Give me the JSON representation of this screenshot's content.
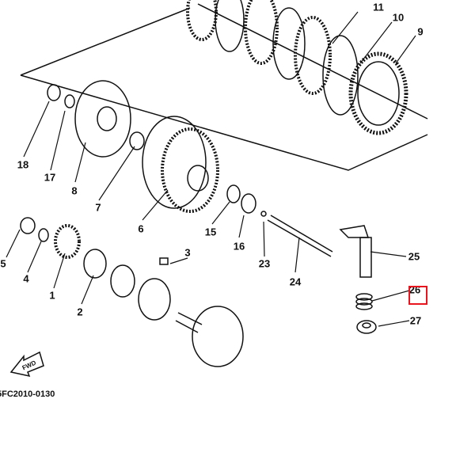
{
  "diagram": {
    "part_labels": [
      "1",
      "2",
      "3",
      "4",
      "5",
      "6",
      "7",
      "8",
      "9",
      "10",
      "11",
      "15",
      "16",
      "17",
      "18",
      "23",
      "24",
      "25",
      "26",
      "27"
    ],
    "diagram_code": "5FC2010-0130",
    "fwd_label": "FWD",
    "highlight_color": "#e8141e",
    "highlighted_part": "26"
  }
}
